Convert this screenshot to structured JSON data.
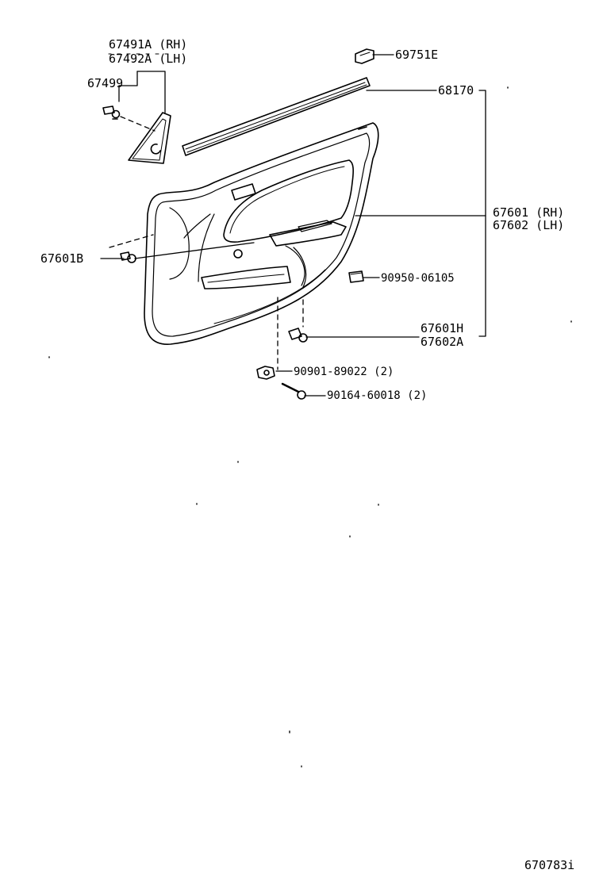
{
  "parts": {
    "garnish_rh": "67491A (RH)",
    "garnish_lh": "67492A (LH)",
    "garnish_clip": "67499",
    "switch_base": "69751E",
    "weatherstrip": "68170",
    "board_rh": "67601 (RH)",
    "board_lh": "67602 (LH)",
    "board_clip": "67601B",
    "cap": "90950-06105",
    "clip_h": "67601H",
    "clip_a": "67602A",
    "nut": "90901-89022 (2)",
    "screw": "90164-60018 (2)"
  },
  "figure_id": "670783i"
}
